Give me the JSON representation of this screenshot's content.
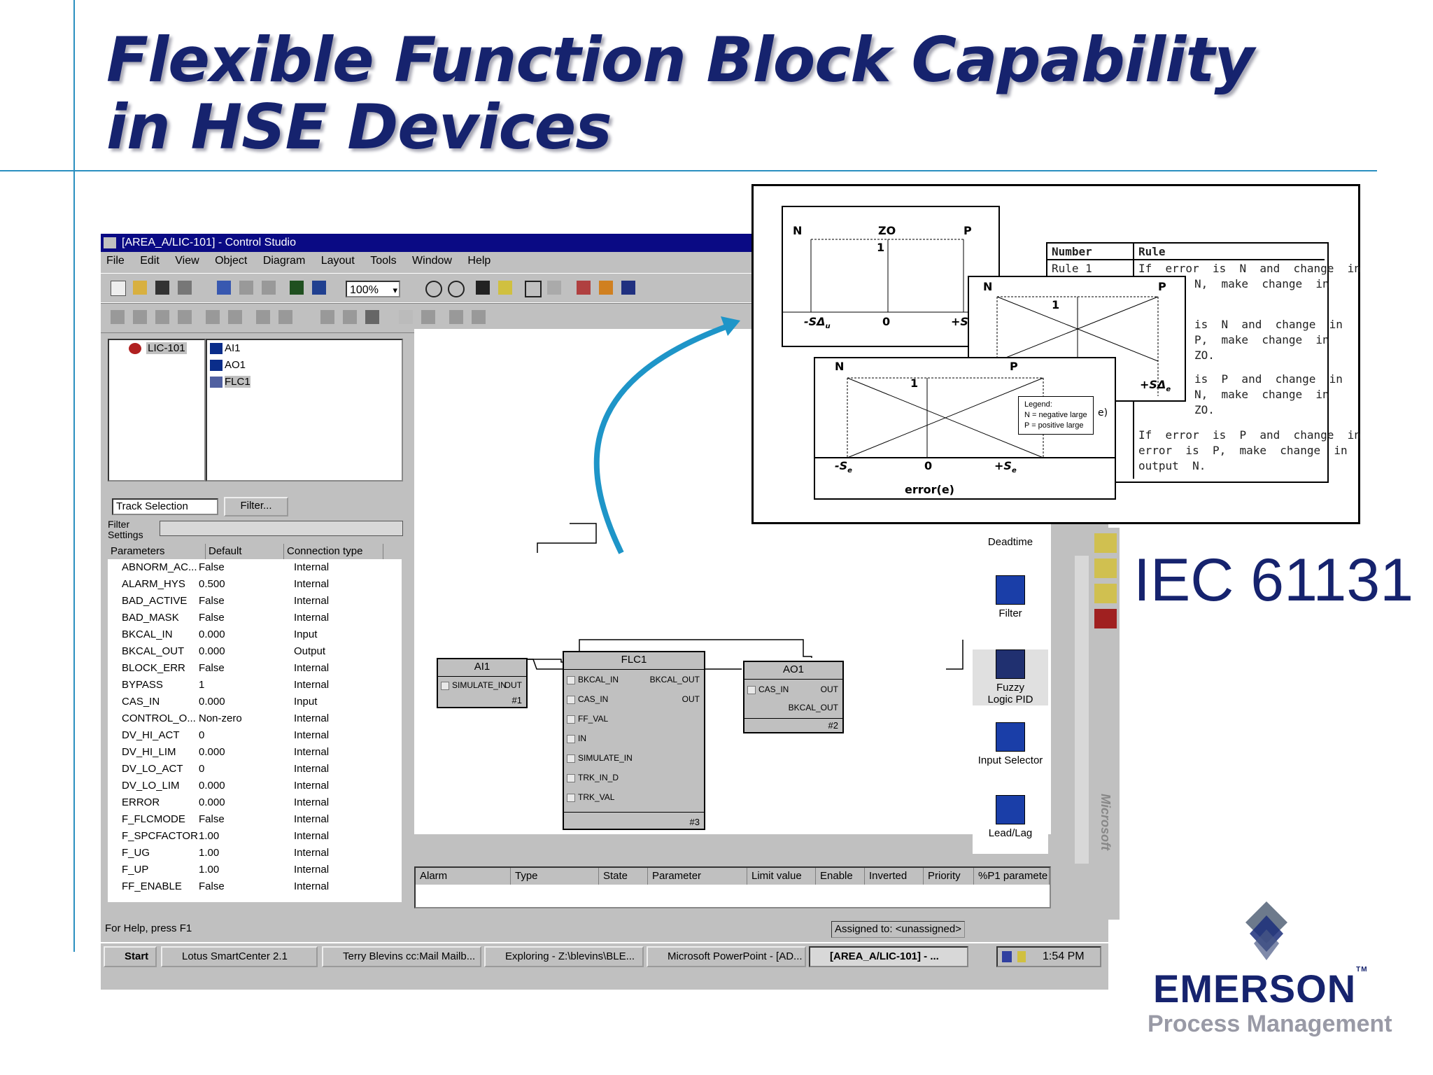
{
  "slide": {
    "title_line1": "Flexible Function Block Capability",
    "title_line2": "in HSE Devices",
    "standard": "IEC 61131",
    "logo_name": "EMERSON",
    "logo_tm": "TM",
    "logo_sub": "Process Management"
  },
  "window": {
    "title": "[AREA_A/LIC-101] - Control Studio",
    "menu": [
      "File",
      "Edit",
      "View",
      "Object",
      "Diagram",
      "Layout",
      "Tools",
      "Window",
      "Help"
    ],
    "zoom": "100%",
    "zoom_arrow": "▾"
  },
  "tree": {
    "root": "LIC-101",
    "children": [
      "AI1",
      "AO1",
      "FLC1"
    ]
  },
  "params_panel": {
    "track": "Track Selection",
    "filter_btn": "Filter...",
    "filter_label": "Filter\nSettings",
    "headers": [
      "Parameters",
      "Default",
      "Connection type"
    ],
    "rows": [
      [
        "ABNORM_AC...",
        "False",
        "Internal"
      ],
      [
        "ALARM_HYS",
        "0.500",
        "Internal"
      ],
      [
        "BAD_ACTIVE",
        "False",
        "Internal"
      ],
      [
        "BAD_MASK",
        "False",
        "Internal"
      ],
      [
        "BKCAL_IN",
        "0.000",
        "Input"
      ],
      [
        "BKCAL_OUT",
        "0.000",
        "Output"
      ],
      [
        "BLOCK_ERR",
        "False",
        "Internal"
      ],
      [
        "BYPASS",
        "1",
        "Internal"
      ],
      [
        "CAS_IN",
        "0.000",
        "Input"
      ],
      [
        "CONTROL_O...",
        "Non-zero",
        "Internal"
      ],
      [
        "DV_HI_ACT",
        "0",
        "Internal"
      ],
      [
        "DV_HI_LIM",
        "0.000",
        "Internal"
      ],
      [
        "DV_LO_ACT",
        "0",
        "Internal"
      ],
      [
        "DV_LO_LIM",
        "0.000",
        "Internal"
      ],
      [
        "ERROR",
        "0.000",
        "Internal"
      ],
      [
        "F_FLCMODE",
        "False",
        "Internal"
      ],
      [
        "F_SPCFACTOR",
        "1.00",
        "Internal"
      ],
      [
        "F_UG",
        "1.00",
        "Internal"
      ],
      [
        "F_UP",
        "1.00",
        "Internal"
      ],
      [
        "FF_ENABLE",
        "False",
        "Internal"
      ]
    ]
  },
  "blocks": {
    "ai1": {
      "name": "AI1",
      "pin": "SIMULATE_IN",
      "out": "OUT",
      "num": "#1"
    },
    "flc1": {
      "name": "FLC1",
      "inputs": [
        "BKCAL_IN",
        "CAS_IN",
        "FF_VAL",
        "IN",
        "SIMULATE_IN",
        "TRK_IN_D",
        "TRK_VAL"
      ],
      "outputs": [
        "BKCAL_OUT",
        "OUT"
      ],
      "num": "#3"
    },
    "ao1": {
      "name": "AO1",
      "in": "CAS_IN",
      "out": "OUT",
      "bk": "BKCAL_OUT",
      "num": "#2"
    }
  },
  "palette": [
    "Deadtime",
    "Filter",
    "Fuzzy Logic PID",
    "Input Selector",
    "Lead/Lag"
  ],
  "side_label": "Microsoft",
  "alarm_headers": [
    "Alarm",
    "Type",
    "State",
    "Parameter",
    "Limit value",
    "Enable",
    "Inverted",
    "Priority",
    "%P1 paramete"
  ],
  "status": {
    "help": "For Help, press F1",
    "assigned": "Assigned to: <unassigned>"
  },
  "taskbar": {
    "start": "Start",
    "tasks": [
      "Lotus SmartCenter 2.1",
      "Terry Blevins cc:Mail Mailb...",
      "Exploring - Z:\\blevins\\BLE...",
      "Microsoft PowerPoint - [AD...",
      "[AREA_A/LIC-101] - ..."
    ],
    "time": "1:54 PM"
  },
  "fuzzy": {
    "top_labels": {
      "n": "N",
      "zo": "ZO",
      "p": "P",
      "one": "1",
      "neg": "-SΔ",
      "neg_sub": "u",
      "zero": "0",
      "pos": "+SΔ"
    },
    "mid_labels": {
      "n": "N",
      "p": "P",
      "one": "1",
      "pos": "+SΔ",
      "pos_sub": "e"
    },
    "bot_labels": {
      "n": "N",
      "p": "P",
      "one": "1",
      "neg": "-S",
      "neg_sub": "e",
      "zero": "0",
      "pos": "+S",
      "pos_sub": "e",
      "axis": "error(e)"
    },
    "legend": [
      "Legend:",
      "N = negative large",
      "P = positive large"
    ],
    "paren": "e)",
    "table_headers": [
      "Number",
      "Rule"
    ],
    "rule1": "Rule 1",
    "rule_texts": [
      "If  error  is  N  and  change  in",
      "N,  make  change  in",
      "is  N  and  change  in",
      "P,  make  change  in",
      "ZO.",
      "is  P  and  change  in",
      "N,  make  change  in",
      "ZO.",
      "If  error  is  P  and  change  in",
      "error  is  P,  make  change  in",
      "output  N."
    ]
  }
}
